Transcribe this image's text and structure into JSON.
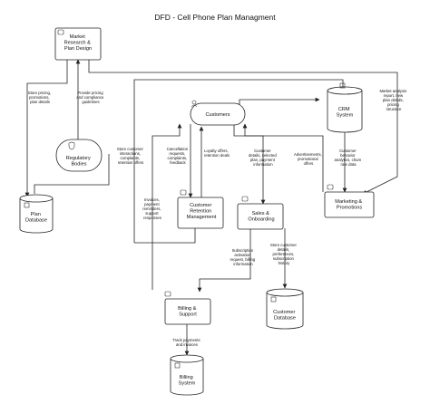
{
  "title": "DFD - Cell Phone Plan Managment",
  "nodes": {
    "market": [
      "Market",
      "Research &",
      "Plan Design"
    ],
    "regulatory": [
      "Regulatory",
      "Bodies"
    ],
    "plan_db": [
      "Plan",
      "Database"
    ],
    "customers": [
      "Customers"
    ],
    "crm": [
      "CRM",
      "System"
    ],
    "retention": [
      "Customer",
      "Retention",
      "Management"
    ],
    "sales": [
      "Sales &",
      "Onboarding"
    ],
    "marketing": [
      "Marketing &",
      "Promotions"
    ],
    "customer_db": [
      "Customer",
      "Database"
    ],
    "billing": [
      "Billing &",
      "Support"
    ],
    "billing_sys": [
      "Billing",
      "System"
    ]
  },
  "edges": {
    "store_pricing": [
      "Store pricing,",
      "promotions,",
      "plan details"
    ],
    "provide_pricing": [
      "Provide pricing",
      "and compliance",
      "guidelines"
    ],
    "market_analysis": [
      "Market analysis",
      "report, new",
      "plan details,",
      "pricing",
      "structure"
    ],
    "store_interactions": [
      "Store customer",
      "interactions,",
      "complaints,",
      "retention offers"
    ],
    "cancellation": [
      "Cancellation",
      "requests,",
      "complaints,",
      "feedback"
    ],
    "loyalty": [
      "Loyalty offers,",
      "retention deals"
    ],
    "customer_details": [
      "Customer",
      "details, selected",
      "plan, payment",
      "information"
    ],
    "advertisements": [
      "Advertisements,",
      "promotional",
      "offers"
    ],
    "behavior": [
      "Customer",
      "behavior",
      "analytics, churn",
      "rate data"
    ],
    "invoices": [
      "Invoices,",
      "payment",
      "reminders,",
      "support",
      "responses"
    ],
    "subscription": [
      "Subscription",
      "activation",
      "request, billing",
      "information"
    ],
    "store_details": [
      "Store customer",
      "details,",
      "preferences,",
      "subscription",
      "history"
    ],
    "track": [
      "Track payments",
      "and invoices"
    ]
  }
}
